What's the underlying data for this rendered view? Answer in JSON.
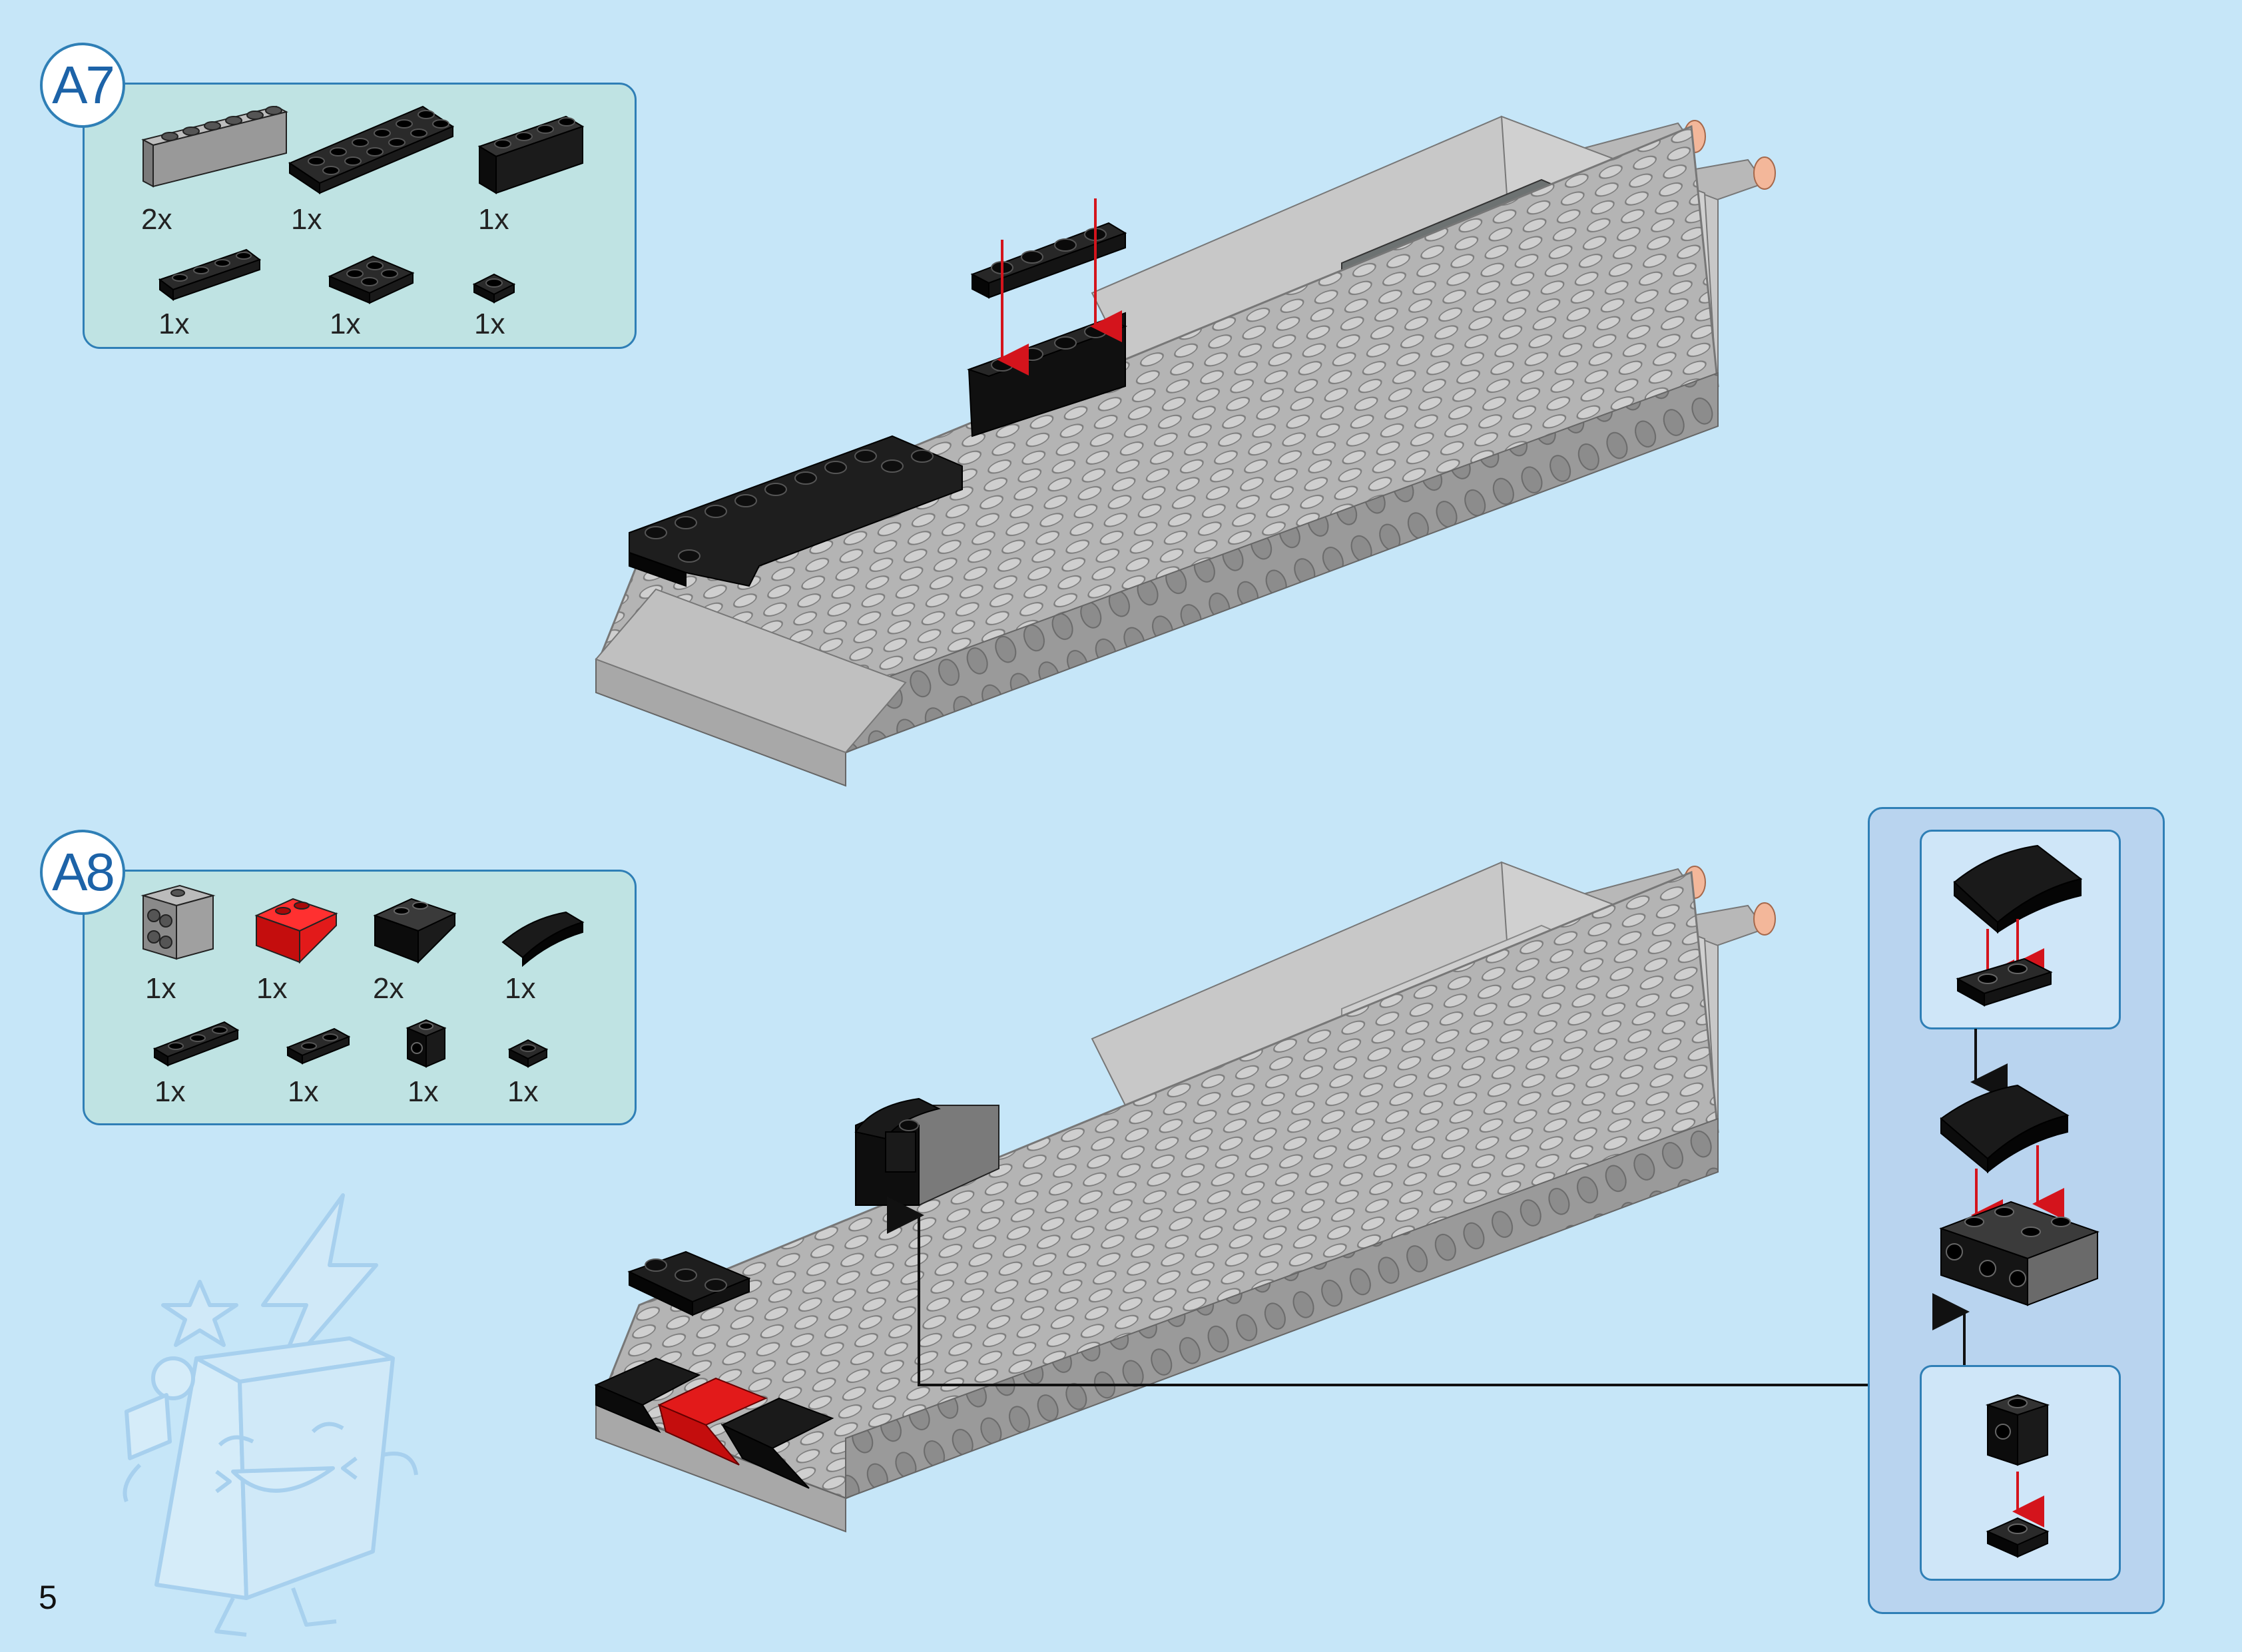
{
  "page": {
    "number": "5"
  },
  "steps": [
    {
      "label": "A7",
      "parts": [
        {
          "qty": "2x",
          "icon": "gray-brick-1x6-icon"
        },
        {
          "qty": "1x",
          "icon": "black-plate-2x6-icon"
        },
        {
          "qty": "1x",
          "icon": "black-brick-1x4-icon"
        },
        {
          "qty": "1x",
          "icon": "black-plate-1x4-icon"
        },
        {
          "qty": "1x",
          "icon": "black-plate-2x2-icon"
        },
        {
          "qty": "1x",
          "icon": "black-plate-1x1-icon"
        }
      ]
    },
    {
      "label": "A8",
      "parts": [
        {
          "qty": "1x",
          "icon": "gray-brick-2x2-side-studs-icon"
        },
        {
          "qty": "1x",
          "icon": "red-slope-2x2-icon"
        },
        {
          "qty": "2x",
          "icon": "black-slope-2x2-icon"
        },
        {
          "qty": "1x",
          "icon": "black-curved-slope-icon"
        },
        {
          "qty": "1x",
          "icon": "black-plate-1x3-icon"
        },
        {
          "qty": "1x",
          "icon": "black-plate-1x2-icon"
        },
        {
          "qty": "1x",
          "icon": "black-brick-1x1-side-stud-icon"
        },
        {
          "qty": "1x",
          "icon": "black-plate-1x1-icon"
        }
      ]
    }
  ],
  "colors": {
    "background": "#c6e6f8",
    "parts_box": "#bfe3e3",
    "border": "#2f7fb6",
    "brick_gray": "#a8a8a8",
    "brick_black": "#141414",
    "brick_red": "#d80e0e",
    "arrow_red": "#d4141c"
  }
}
